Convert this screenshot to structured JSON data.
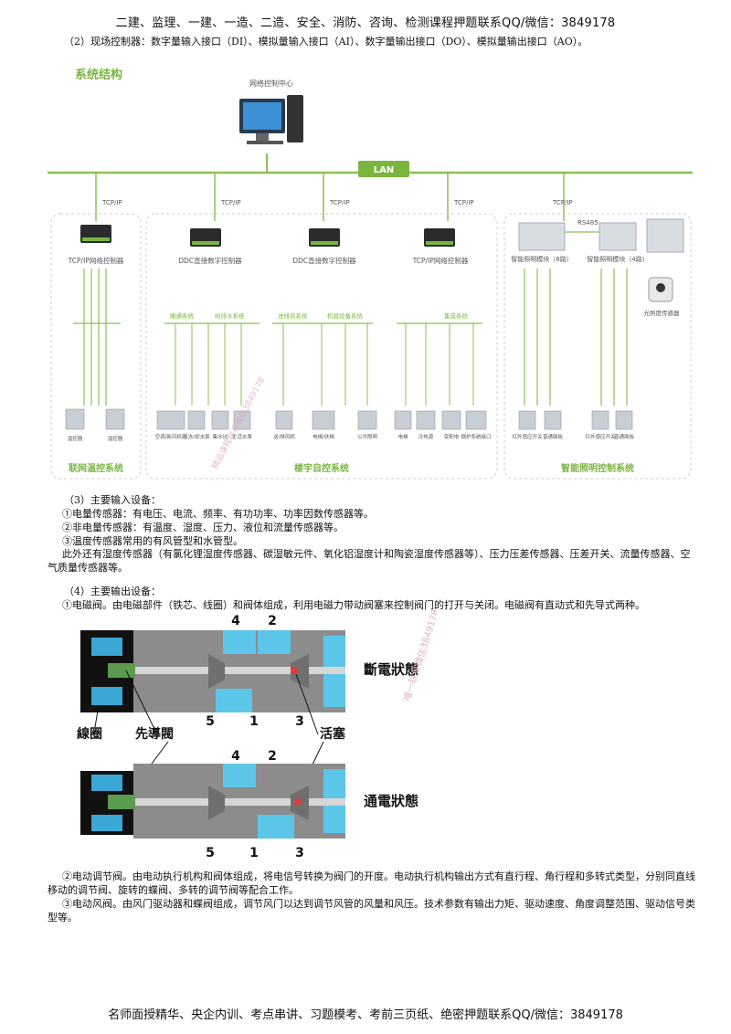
{
  "header": {
    "text": "二建、监理、一建、一造、二造、安全、消防、咨询、检测课程押题联系QQ/微信：3849178"
  },
  "section2": {
    "text": "（2）现场控制器：数字量输入接口（DI）、模拟量输入接口（AI）、数字量输出接口（DO）、模拟量输出接口（AO）。"
  },
  "diagram": {
    "title": "系统结构",
    "center": "网络控制中心",
    "lan": "LAN",
    "protocol": "TCP/IP",
    "rs485": "RS485",
    "controllers": [
      "TCP/IP网络控制器",
      "DDC直接数字控制器",
      "DDC直接数字控制器",
      "TCP/IP网络控制器"
    ],
    "subsystems": [
      "暖通系统",
      "给排水系统",
      "送排风系统",
      "机组设备系统",
      "集成系统"
    ],
    "devices": [
      "温控器",
      "温控器",
      "空调/新风机组",
      "冷冻/却水泵",
      "集水坑",
      "生活水泵",
      "送/排风机",
      "电梯/扶梯",
      "公共照明",
      "电梯",
      "冷热源",
      "变配电",
      "锅炉系统接口",
      "红外感应开关",
      "普通面板",
      "红外感应开关",
      "普通面板"
    ],
    "lighting_modules": [
      "智能照明模块（8路）",
      "智能照明模块（4路）"
    ],
    "light_sensor": "光照度传感器",
    "groups": [
      "联网温控系统",
      "楼宇自控系统",
      "智能照明控制系统"
    ],
    "watermark": "精品课程联系微信3849178"
  },
  "section3": {
    "heading": "（3）主要输入设备：",
    "items": [
      "①电量传感器：有电压、电流、频率、有功功率、功率因数传感器等。",
      "②非电量传感器：有温度、湿度、压力、液位和流量传感器等。",
      "③温度传感器常用的有风管型和水管型。"
    ],
    "extra": "此外还有湿度传感器（有氯化锂湿度传感器、碳湿敏元件、氧化铝湿度计和陶瓷湿度传感器等）、压力压差传感器、压差开关、流量传感器、空气质量传感器等。"
  },
  "section4": {
    "heading": "（4）主要输出设备：",
    "item1": "①电磁阀。由电磁部件（铁芯、线圈）和阀体组成，利用电磁力带动阀塞来控制阀门的打开与关闭。电磁阀有直动式和先导式两种。"
  },
  "valve": {
    "ports_top": [
      "4",
      "2"
    ],
    "ports_bottom": [
      "5",
      "1",
      "3"
    ],
    "coil": "線圈",
    "pilot": "先導閥",
    "piston": "活塞",
    "state_off": "斷電狀態",
    "state_on": "通電狀態",
    "watermark": "唯一联系微信3849178",
    "color_water": "#5cc6e8",
    "color_body": "#8c8c8c"
  },
  "section5": {
    "item2": "②电动调节阀。由电动执行机构和阀体组成，将电信号转换为阀门的开度。电动执行机构输出方式有直行程、角行程和多转式类型，分别同直线移动的调节阀、旋转的蝶阀、多转的调节阀等配合工作。",
    "item3": "③电动风阀。由风门驱动器和蝶阀组成，调节风门以达到调节风管的风量和风压。技术参数有输出力矩、驱动速度、角度调整范围、驱动信号类型等。"
  },
  "footer": {
    "text": "名师面授精华、央企内训、考点串讲、习题模考、考前三页纸、绝密押题联系QQ/微信：3849178"
  }
}
